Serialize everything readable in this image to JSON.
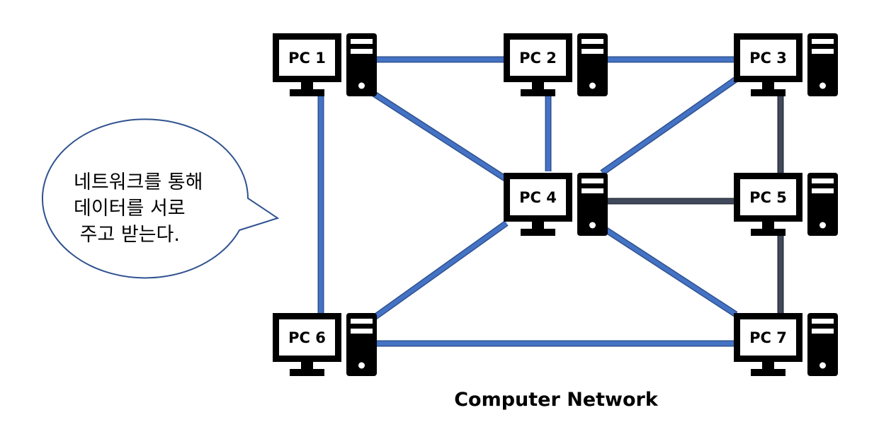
{
  "caption": "Computer Network",
  "speech_bubble": {
    "lines": [
      "네트워크를 통해",
      "데이터를 서로",
      " 주고 받는다."
    ]
  },
  "nodes": [
    {
      "id": "pc1",
      "label": "PC 1"
    },
    {
      "id": "pc2",
      "label": "PC 2"
    },
    {
      "id": "pc3",
      "label": "PC 3"
    },
    {
      "id": "pc4",
      "label": "PC 4"
    },
    {
      "id": "pc5",
      "label": "PC 5"
    },
    {
      "id": "pc6",
      "label": "PC 6"
    },
    {
      "id": "pc7",
      "label": "PC 7"
    }
  ],
  "edges": [
    {
      "from": "pc1",
      "to": "pc2",
      "style": "blue"
    },
    {
      "from": "pc2",
      "to": "pc3",
      "style": "blue"
    },
    {
      "from": "pc1",
      "to": "pc4",
      "style": "blue"
    },
    {
      "from": "pc2",
      "to": "pc4",
      "style": "blue"
    },
    {
      "from": "pc3",
      "to": "pc4",
      "style": "blue"
    },
    {
      "from": "pc4",
      "to": "pc5",
      "style": "dark"
    },
    {
      "from": "pc3",
      "to": "pc5",
      "style": "dark"
    },
    {
      "from": "pc5",
      "to": "pc7",
      "style": "dark"
    },
    {
      "from": "pc4",
      "to": "pc6",
      "style": "blue"
    },
    {
      "from": "pc4",
      "to": "pc7",
      "style": "blue"
    },
    {
      "from": "pc1",
      "to": "pc6",
      "style": "blue"
    },
    {
      "from": "pc6",
      "to": "pc7",
      "style": "blue"
    }
  ],
  "colors": {
    "link_blue": "#4472C4",
    "link_blue_border": "#2F528F",
    "link_dark": "#404A5C",
    "device": "#000000",
    "bubble_border": "#2F528F"
  }
}
